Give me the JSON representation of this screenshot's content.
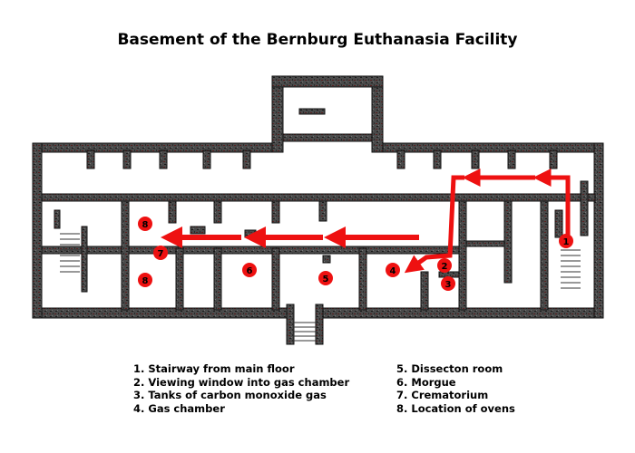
{
  "title": "Basement of the Bernburg Euthanasia Facility",
  "colors": {
    "wall": "#4a4a4a",
    "wall_texture": "#1a1a1a",
    "wall_tint": "#5a2020",
    "marker": "#ee1111",
    "route_arrow": "#ee1111",
    "background": "#ffffff"
  },
  "markers": [
    {
      "id": "1",
      "label": "1"
    },
    {
      "id": "2",
      "label": "2"
    },
    {
      "id": "3",
      "label": "3"
    },
    {
      "id": "4",
      "label": "4"
    },
    {
      "id": "5",
      "label": "5"
    },
    {
      "id": "6",
      "label": "6"
    },
    {
      "id": "7",
      "label": "7"
    },
    {
      "id": "8a",
      "label": "8"
    },
    {
      "id": "8b",
      "label": "8"
    }
  ],
  "legend": {
    "left": [
      "1. Stairway from main floor",
      "2. Viewing window into gas chamber",
      "3. Tanks of carbon monoxide gas",
      "4. Gas chamber"
    ],
    "right": [
      "5. Dissecton room",
      "6. Morgue",
      "7. Crematorium",
      "8. Location of ovens"
    ]
  }
}
